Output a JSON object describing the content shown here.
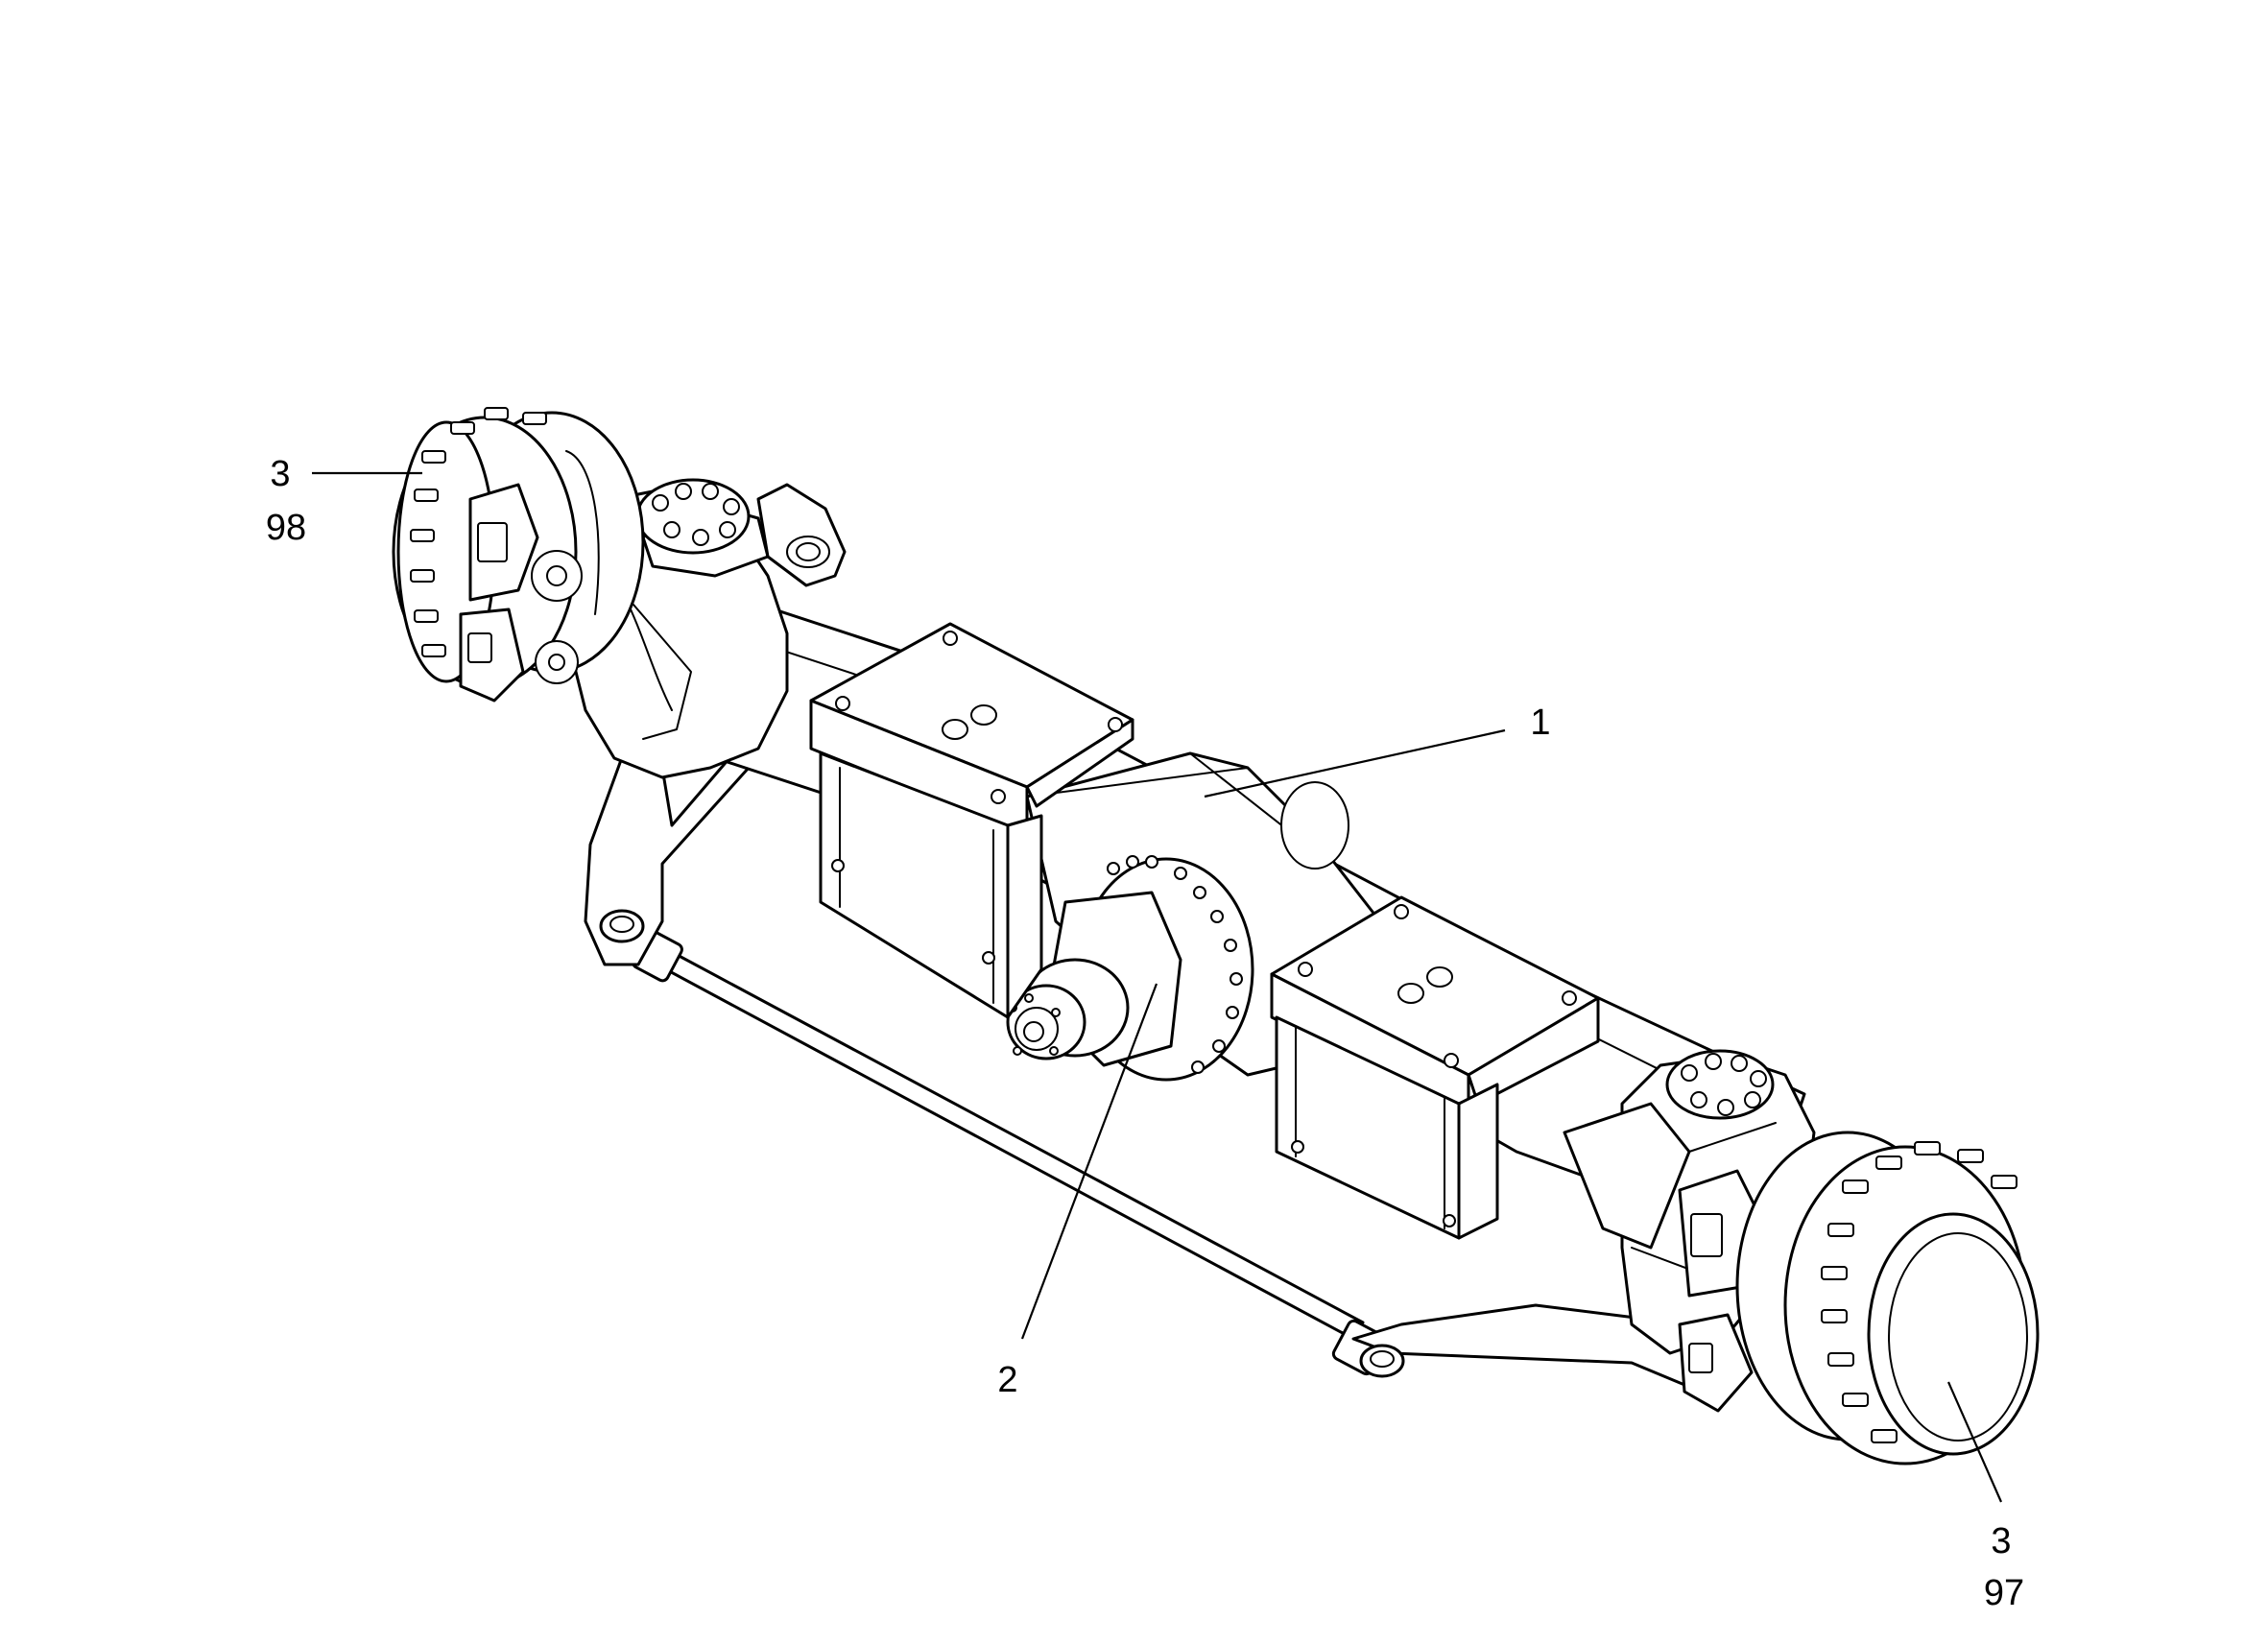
{
  "callouts": {
    "left_hub": {
      "line1": "3",
      "line2": "98"
    },
    "axle_housing": {
      "line1": "1"
    },
    "differential": {
      "line1": "2"
    },
    "right_hub": {
      "line1": "3",
      "line2": "97"
    }
  }
}
